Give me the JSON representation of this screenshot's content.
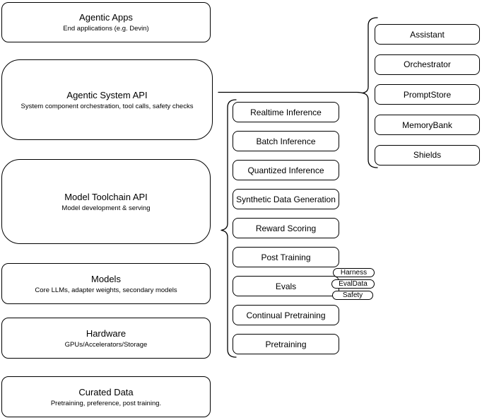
{
  "stack": [
    {
      "title": "Agentic Apps",
      "subtitle": "End applications (e.g. Devin)"
    },
    {
      "title": "Agentic System API",
      "subtitle": "System component orchestration, tool calls, safety checks"
    },
    {
      "title": "Model Toolchain API",
      "subtitle": "Model development & serving"
    },
    {
      "title": "Models",
      "subtitle": "Core LLMs, adapter weights, secondary models"
    },
    {
      "title": "Hardware",
      "subtitle": "GPUs/Accelerators/Storage"
    },
    {
      "title": "Curated Data",
      "subtitle": "Pretraining, preference, post training."
    }
  ],
  "toolchain_items": [
    "Realtime Inference",
    "Batch Inference",
    "Quantized Inference",
    "Synthetic Data Generation",
    "Reward Scoring",
    "Post Training",
    "Evals",
    "Continual Pretraining",
    "Pretraining"
  ],
  "evals_tags": [
    "Harness",
    "EvalData",
    "Safety"
  ],
  "system_components": [
    "Assistant",
    "Orchestrator",
    "PromptStore",
    "MemoryBank",
    "Shields"
  ],
  "colors": {
    "stroke": "#000000",
    "background": "#ffffff",
    "text": "#000000"
  }
}
